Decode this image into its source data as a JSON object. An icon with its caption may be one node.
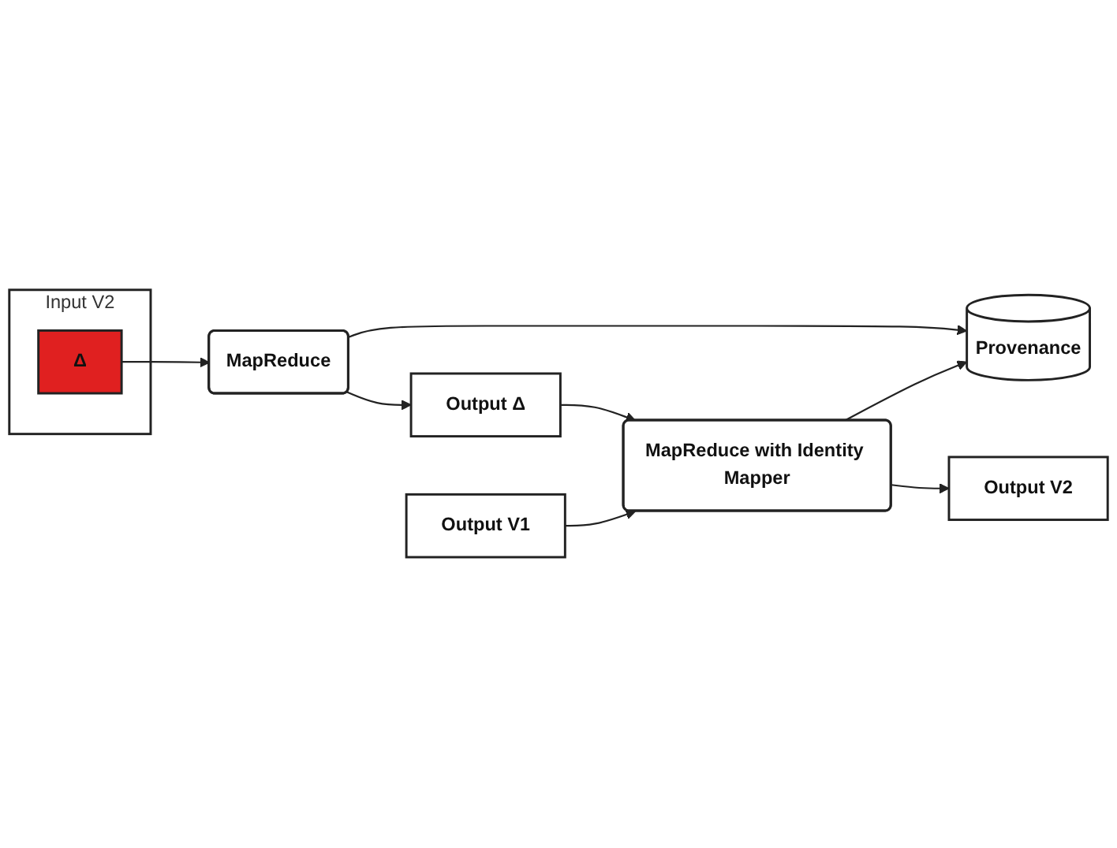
{
  "diagram": {
    "nodes": [
      {
        "text": [
          "Input V2"
        ]
      },
      {
        "text": [
          "Δ"
        ],
        "in": 0
      },
      {
        "text": [
          "MapReduce"
        ]
      },
      {
        "text": [
          "Output Δ"
        ]
      },
      {
        "text": [
          "Output V1"
        ]
      },
      {
        "text": [
          "Provenance"
        ]
      },
      {
        "text": [
          "MapReduce with Identity Mapper"
        ]
      },
      {
        "text": [
          "Output V2"
        ]
      }
    ],
    "edges": [
      {
        "from": 1,
        "to": 2,
        "arrow": "to"
      },
      {
        "from": 2,
        "to": 3,
        "arrow": "to"
      },
      {
        "from": 2,
        "to": 5,
        "arrow": "to"
      },
      {
        "from": 3,
        "to": 6,
        "arrow": "to"
      },
      {
        "from": 4,
        "to": 6,
        "arrow": "to"
      },
      {
        "from": 6,
        "to": 5,
        "arrow": "to"
      },
      {
        "from": 6,
        "to": 7,
        "arrow": "to"
      }
    ]
  }
}
